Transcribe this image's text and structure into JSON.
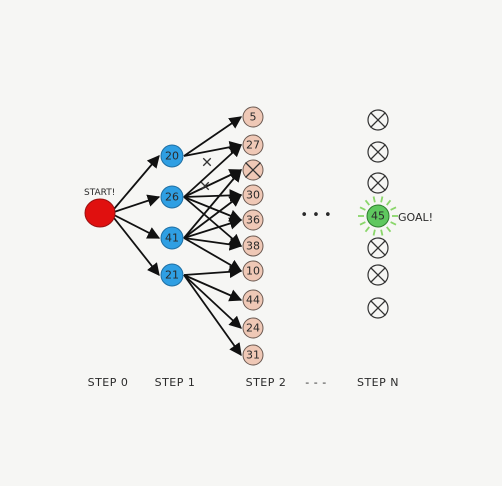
{
  "annotations": {
    "start": "START!",
    "goal": "GOAL!",
    "ellipsis": "• • •"
  },
  "step_labels": [
    "STEP 0",
    "STEP 1",
    "STEP 2",
    "STEP N"
  ],
  "step_separator": "- - -",
  "step0": {
    "color": "#e0100f"
  },
  "step1": {
    "color": "#2f9fe3",
    "values": [
      "20",
      "26",
      "41",
      "21"
    ]
  },
  "step2": {
    "color": "#efc8b6",
    "values": [
      "5",
      "27",
      "",
      "30",
      "36",
      "38",
      "10",
      "44",
      "24",
      "31"
    ],
    "crossed": [
      2
    ]
  },
  "stepN": {
    "items": [
      "x",
      "x",
      "x",
      "45",
      "x",
      "x",
      "x"
    ],
    "goal_value": "45",
    "goal_color": "#5fc85f",
    "glow_color": "#8ad66a"
  }
}
